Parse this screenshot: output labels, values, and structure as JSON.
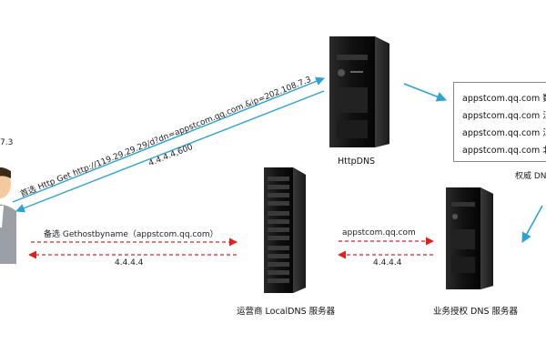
{
  "client_ip_partial": "7.3",
  "httpdns": {
    "label": "HttpDNS"
  },
  "localdns": {
    "label": "运营商 LocalDNS 服务器"
  },
  "authdns": {
    "label": "业务授权 DNS 服务器"
  },
  "http_request_text": "首选 Http Get http://119.29.29.29/d?dn=appstcom.qq.com.&ip=202.108.7.3",
  "http_response_text": "4.4.4.4,600",
  "fallback_request_text": "备选 Gethostbyname（appstcom.qq.com）",
  "fallback_response_text": "4.4.4.4",
  "dns_query_text": "appstcom.qq.com",
  "dns_response_text": "4.4.4.4",
  "authority_label": "权威 DN",
  "domain_list": [
    "appstcom.qq.com 数",
    "appstcom.qq.com 江",
    "appstcom.qq.com 江",
    "appstcom.qq.com 北"
  ],
  "colors": {
    "blue_arrow": "#2aa3d8",
    "red_arrow": "#e02020"
  }
}
